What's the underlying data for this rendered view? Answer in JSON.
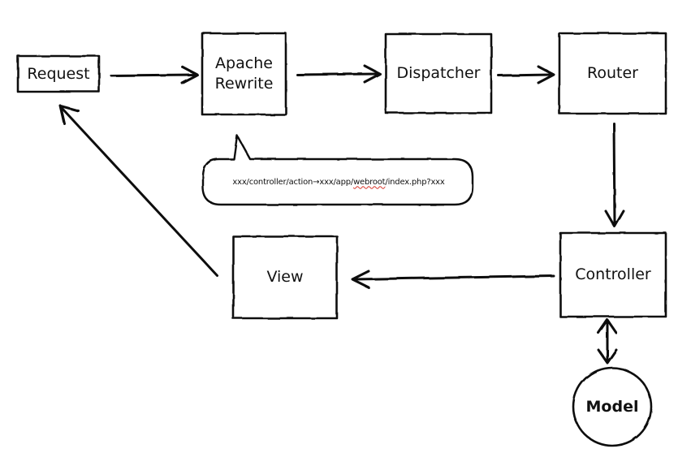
{
  "diagram": {
    "nodes": {
      "request": "Request",
      "apache_rewrite": "Apache\nRewrite",
      "dispatcher": "Dispatcher",
      "router": "Router",
      "controller": "Controller",
      "view": "View",
      "model": "Model"
    },
    "rewrite_note": {
      "before": "xxx/controller/action→xxx/app/",
      "flagged": "webroot",
      "after": "/index.php?xxx"
    }
  }
}
